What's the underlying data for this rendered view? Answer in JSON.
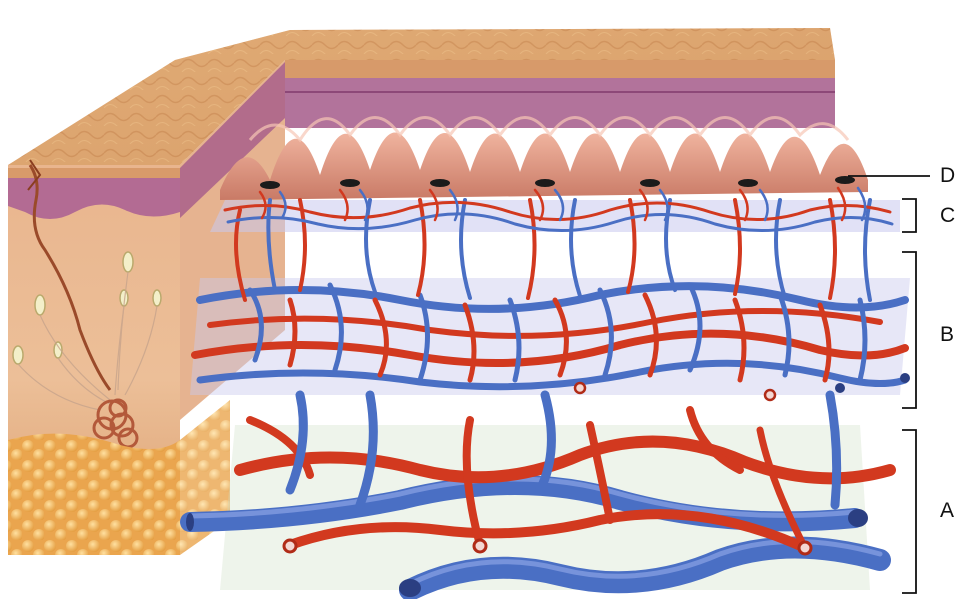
{
  "labels": {
    "a": "A",
    "b": "B",
    "c": "C",
    "d": "D"
  },
  "colors": {
    "artery": "#d2391f",
    "vein": "#4a6fc4",
    "epidermis_top": "#d9a068",
    "papillae": "#e0957e",
    "dermis": "#e6b58c",
    "hypodermis_fat": "#f2b85a",
    "plexus_tint": "#c9c9ee"
  }
}
